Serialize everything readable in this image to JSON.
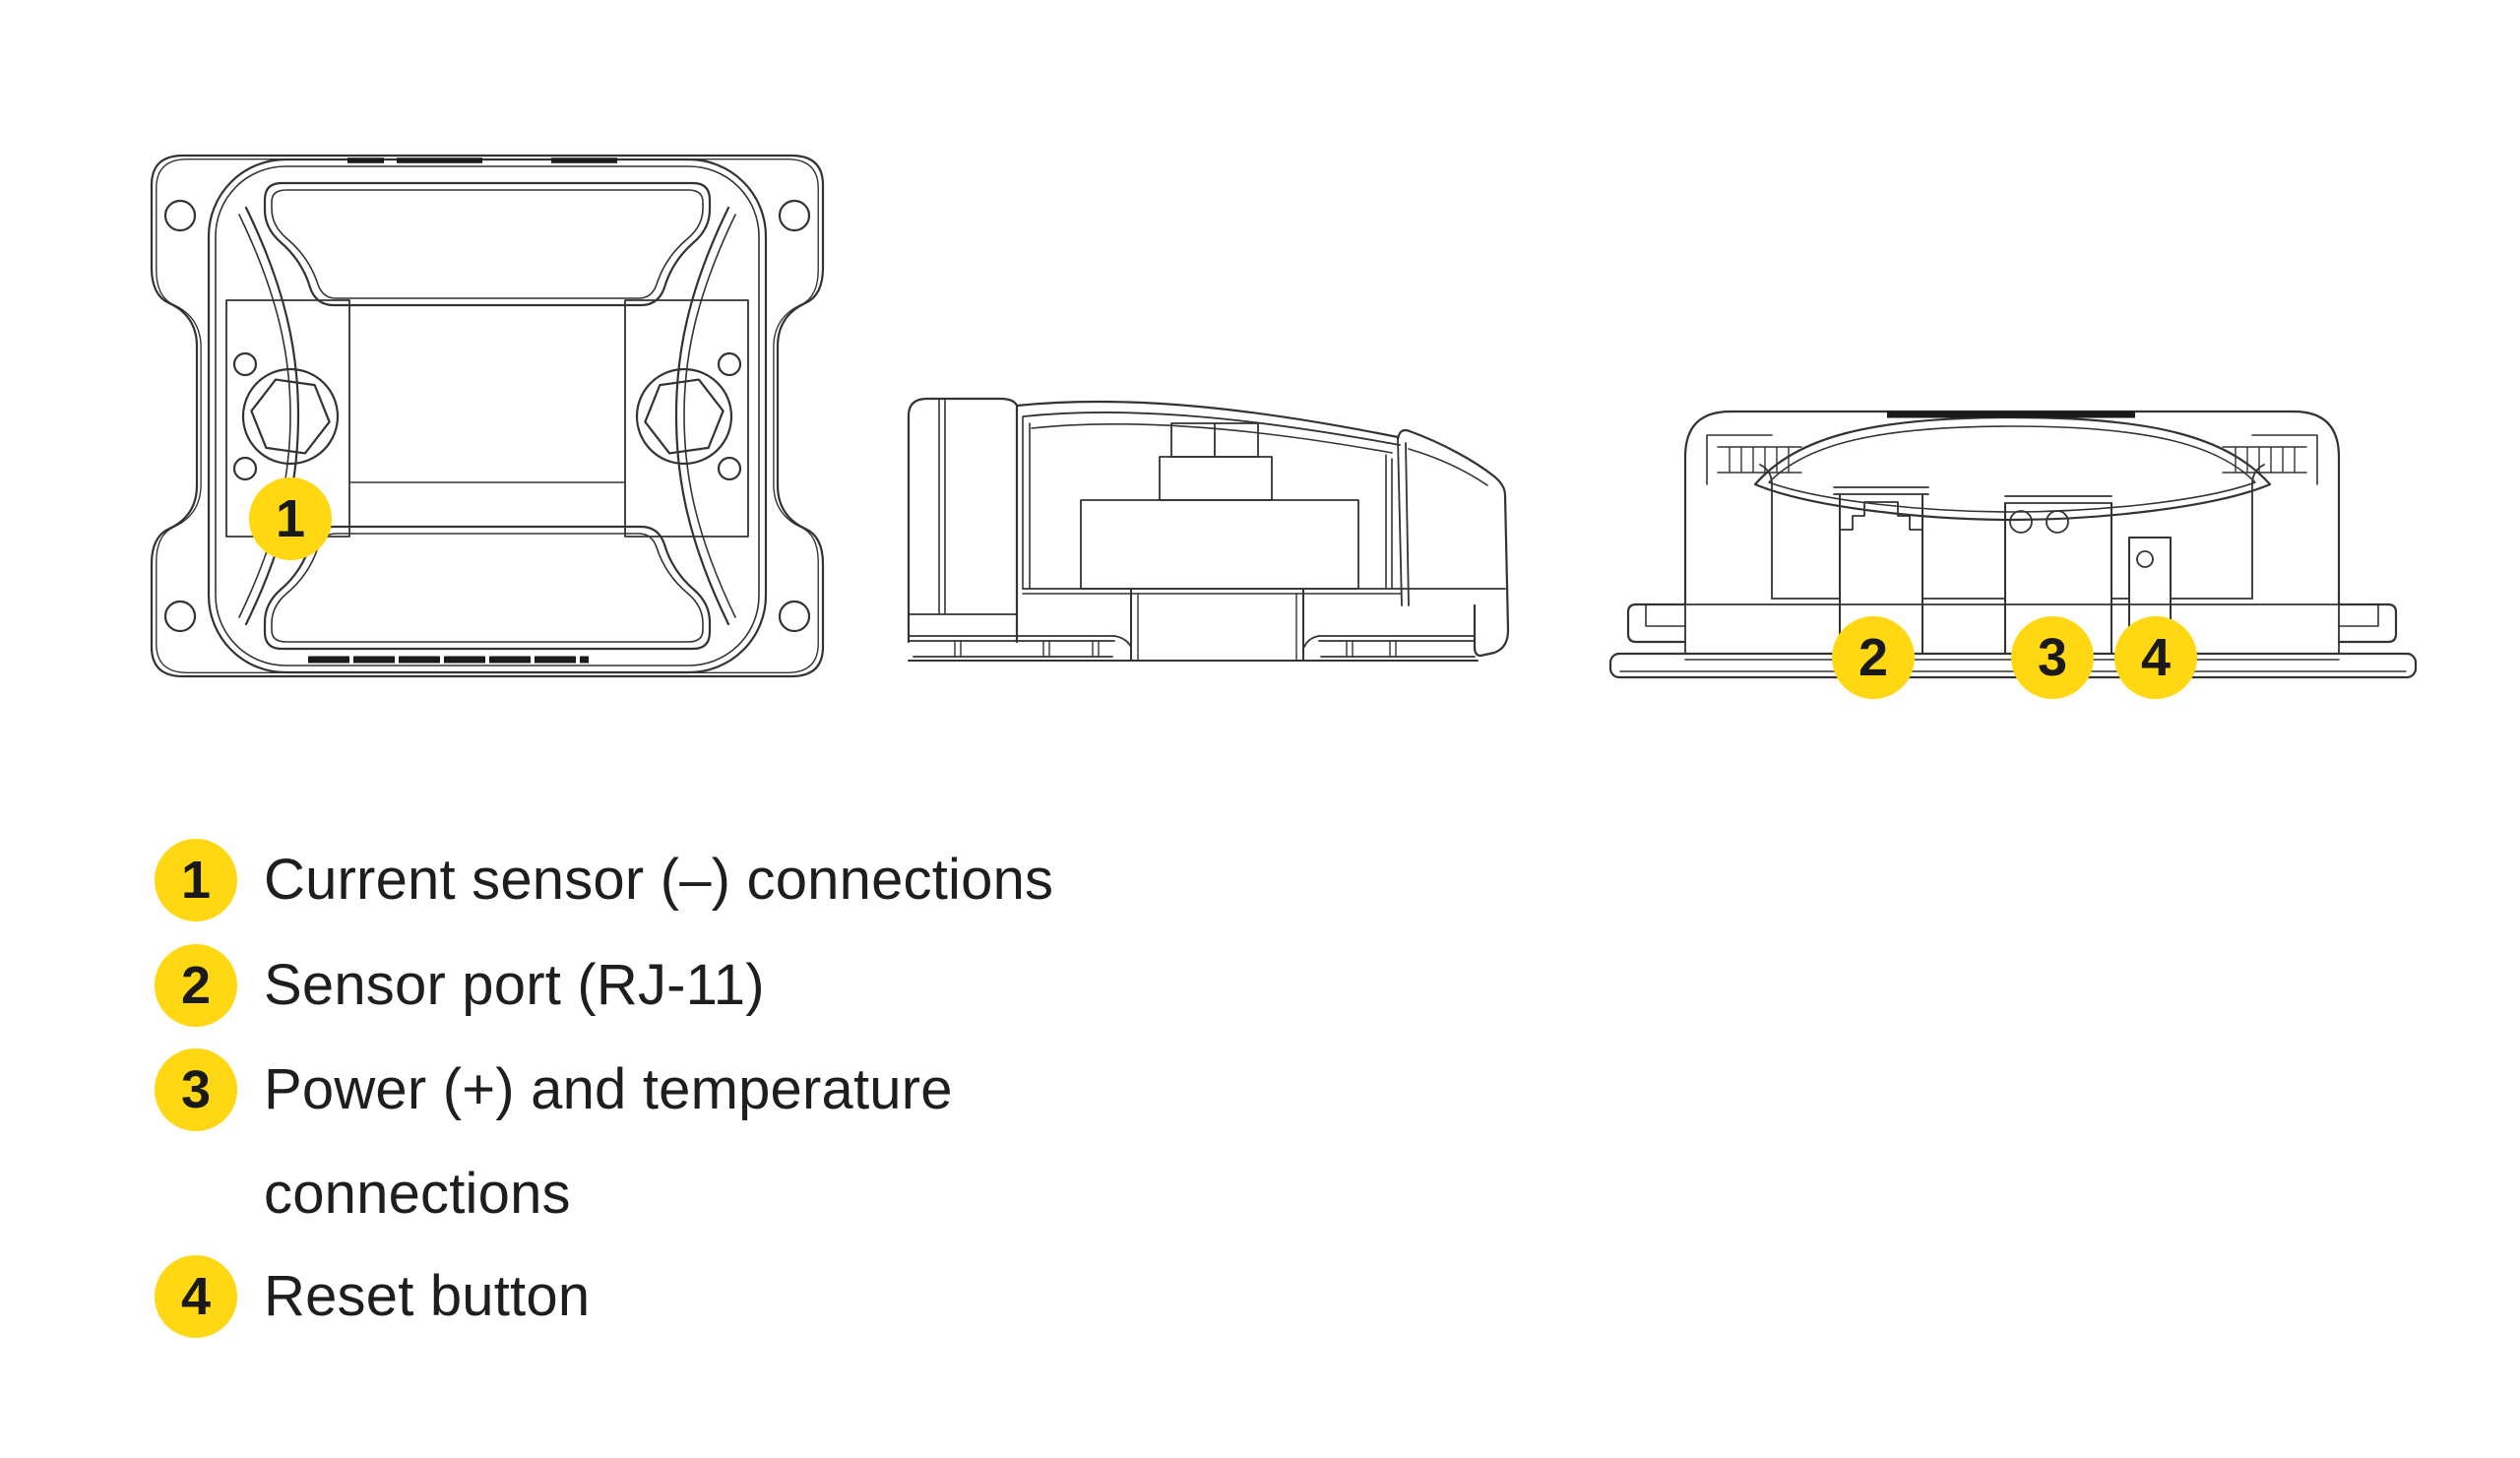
{
  "figure": {
    "callouts": [
      "1",
      "2",
      "3",
      "4"
    ]
  },
  "legend": {
    "items": [
      {
        "number": "1",
        "label": "Current sensor (–) connections"
      },
      {
        "number": "2",
        "label": "Sensor port (RJ-11)"
      },
      {
        "number": "3",
        "label": "Power (+) and temperature\nconnections"
      },
      {
        "number": "4",
        "label": "Reset button"
      }
    ]
  },
  "colors": {
    "callout_yellow": "#FFD712",
    "line_art": "#333333",
    "text": "#1E1E1E",
    "background": "#FFFFFF"
  }
}
